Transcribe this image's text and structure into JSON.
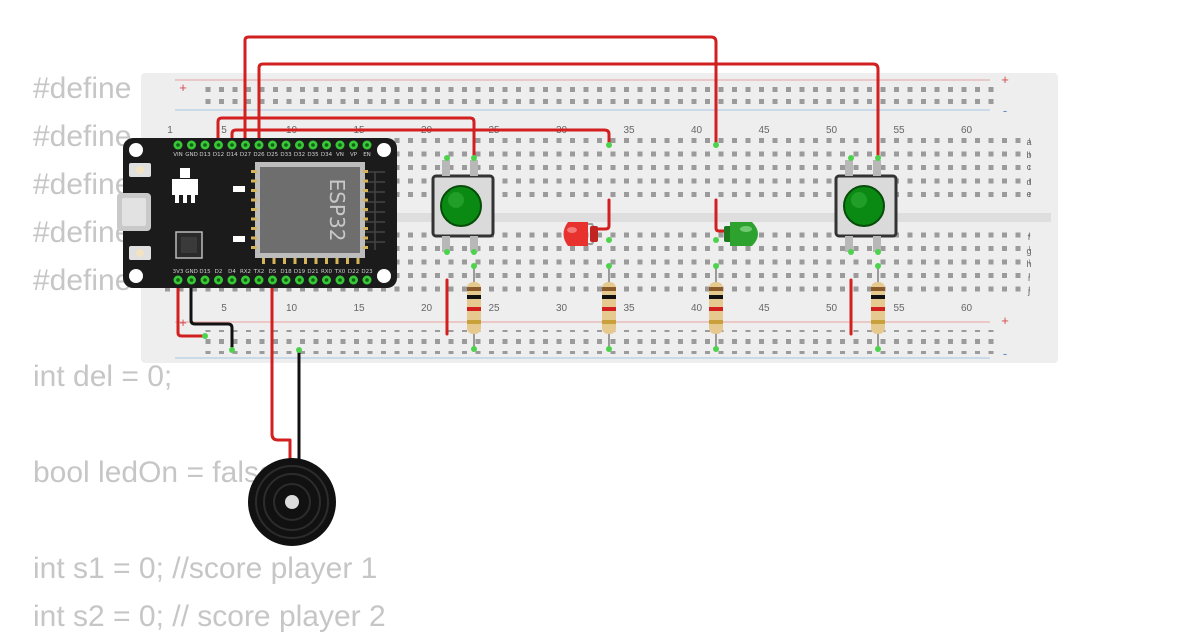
{
  "code_lines": [
    {
      "text": "#define",
      "row": 0
    },
    {
      "text": "#define",
      "row": 1
    },
    {
      "text": "#define",
      "row": 2
    },
    {
      "text": "#define",
      "row": 3
    },
    {
      "text": "#define",
      "row": 4
    },
    {
      "text": "int del = 0;",
      "row": 6
    },
    {
      "text": "bool ledOn = false;",
      "row": 8
    },
    {
      "text": "int s1 = 0; //score player 1",
      "row": 10
    },
    {
      "text": "int s2 = 0; // score player 2",
      "row": 11
    }
  ],
  "breadboard": {
    "column_numbers": [
      "1",
      "5",
      "10",
      "15",
      "20",
      "25",
      "30",
      "35",
      "40",
      "45",
      "50",
      "55",
      "60"
    ],
    "row_letters_top": [
      "a",
      "b",
      "c",
      "d",
      "e"
    ],
    "row_letters_bottom": [
      "f",
      "g",
      "h",
      "i",
      "j"
    ],
    "rail_plus": "+",
    "rail_minus": "-"
  },
  "esp32": {
    "chip_label": "ESP32",
    "top_pins": [
      "VIN",
      "GND",
      "D13",
      "D12",
      "D14",
      "D27",
      "D26",
      "D25",
      "D33",
      "D32",
      "D35",
      "D34",
      "VN",
      "VP",
      "EN"
    ],
    "bottom_pins": [
      "3V3",
      "GND",
      "D15",
      "D2",
      "D4",
      "RX2",
      "TX2",
      "D5",
      "D18",
      "D19",
      "D21",
      "RX0",
      "TX0",
      "D22",
      "D23"
    ]
  },
  "colors": {
    "wire_red": "#d21f1f",
    "wire_black": "#111111",
    "breadboard": "#eeeeee",
    "button_cap": "#0a8a12",
    "led_red": "#e8322e",
    "led_green": "#2ea22e",
    "board": "#1b1b1b"
  }
}
